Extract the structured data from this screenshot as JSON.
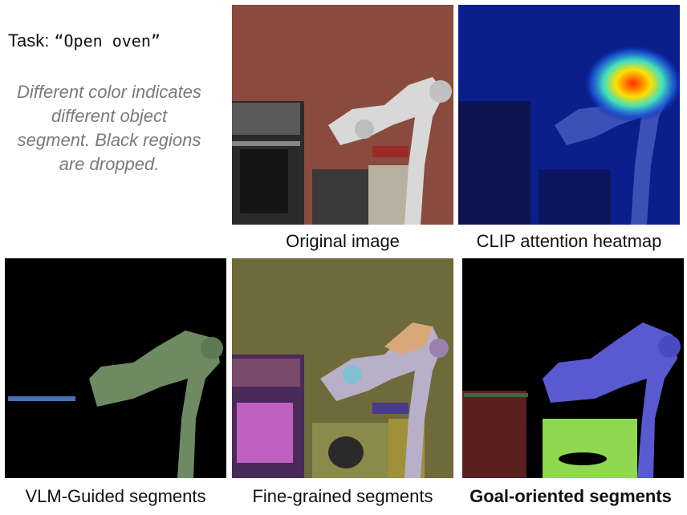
{
  "task": {
    "prefix": "Task: ",
    "command": "“Open oven”"
  },
  "note": "Different color indicates different object segment. Black regions are dropped.",
  "captions": {
    "original": "Original image",
    "clip": "CLIP attention heatmap",
    "vlm": "VLM-Guided segments",
    "fine": "Fine-grained segments",
    "goal": "Goal-oriented segments"
  },
  "colors": {
    "wall": "#8b4a3e",
    "heatmap_bg": "#0a1f8c",
    "vlm_arm": "#6e8a62",
    "vlm_handle": "#4a6fb5",
    "fine_bg": "#6e6a3a",
    "goal_arm": "#5a5ad0",
    "goal_counter": "#8ed94f",
    "goal_oven": "#5a2020"
  }
}
